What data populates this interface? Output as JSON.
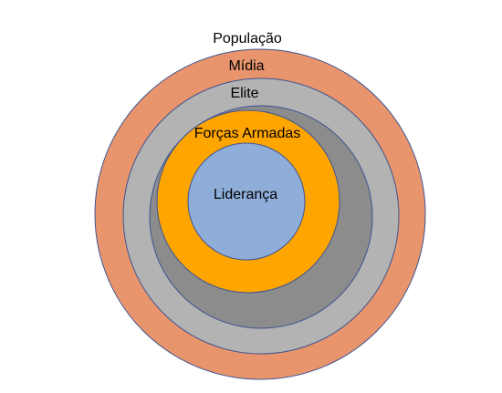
{
  "diagram": {
    "rings": [
      {
        "label": "População",
        "color": "#E8956D"
      },
      {
        "label": "Mídia",
        "color": "#B3B3B3"
      },
      {
        "label": "Elite",
        "color": "#8C8C8C"
      },
      {
        "label": "Forças Armadas",
        "color": "#FFA500"
      },
      {
        "label": "Liderança",
        "color": "#8EADD9"
      }
    ],
    "outline_color": "#3F5490"
  }
}
